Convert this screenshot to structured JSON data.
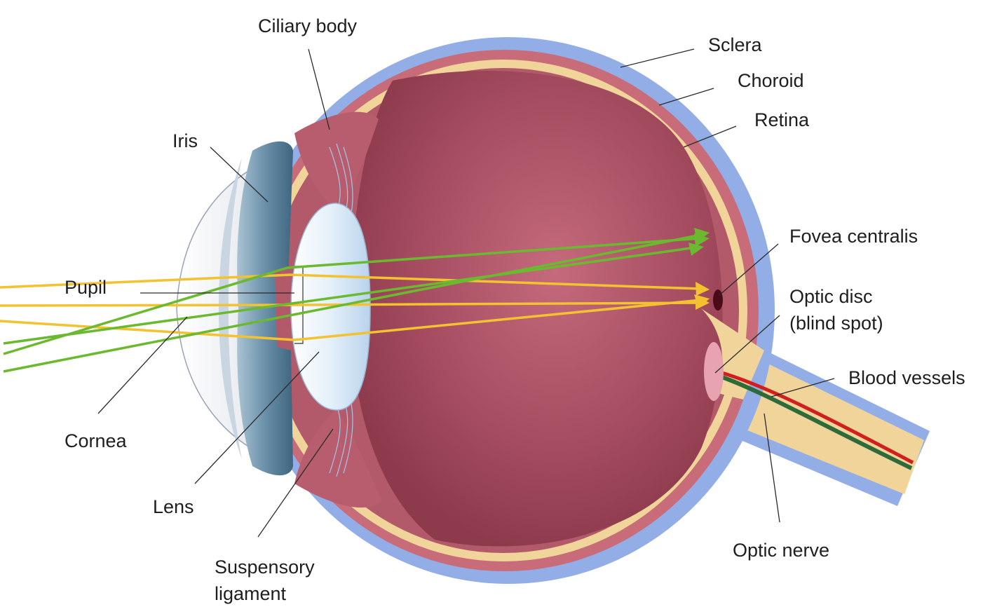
{
  "colors": {
    "sclera": "#93aee6",
    "choroid": "#c76c78",
    "retina": "#f1d49a",
    "vitreous": "#9a4456",
    "cornea": "#e8eaef",
    "iris": "#6d93ab",
    "lens": "#cfe4f6",
    "blood_vessel_red": "#d21e1e",
    "blood_vessel_green": "#2e6a3a",
    "yellow_rays": "#f2c230",
    "green_rays": "#6bb92f"
  },
  "labels": {
    "ciliary_body": "Ciliary body",
    "sclera": "Sclera",
    "choroid": "Choroid",
    "retina": "Retina",
    "iris": "Iris",
    "fovea_centralis": "Fovea centralis",
    "pupil": "Pupil",
    "optic_disc_line1": "Optic disc",
    "optic_disc_line2": "(blind spot)",
    "blood_vessels": "Blood vessels",
    "cornea": "Cornea",
    "lens": "Lens",
    "suspensory_line1": "Suspensory",
    "suspensory_line2": "ligament",
    "optic_nerve": "Optic nerve"
  }
}
